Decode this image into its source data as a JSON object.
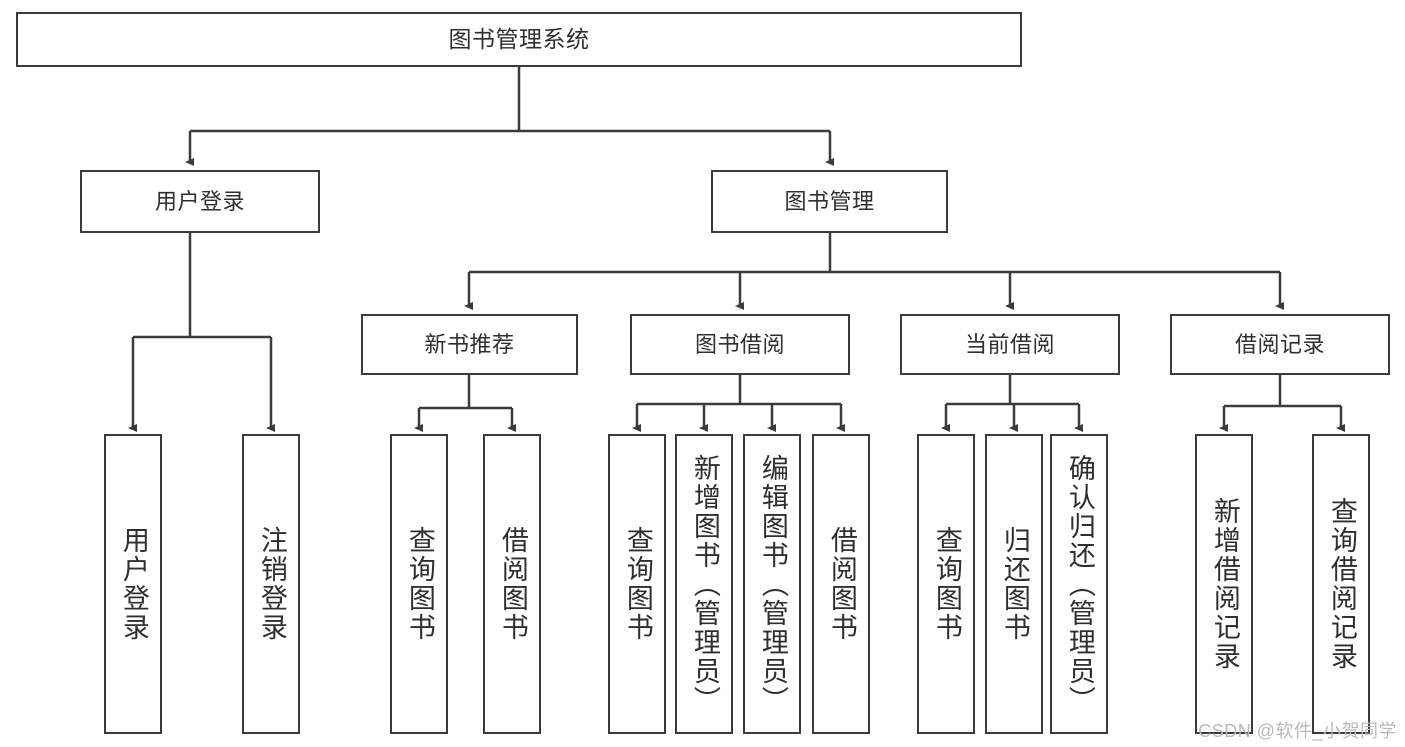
{
  "diagram": {
    "title": "图书管理系统",
    "watermark": "CSDN @软件_小贺同学",
    "stroke_color": "#3b3b3b",
    "text_color": "#2f2f2f",
    "background_color": "#ffffff"
  },
  "nodes": {
    "root": {
      "label": "图书管理系统"
    },
    "level1": [
      {
        "label": "用户登录"
      },
      {
        "label": "图书管理"
      }
    ],
    "level2": [
      {
        "label": "新书推荐"
      },
      {
        "label": "图书借阅"
      },
      {
        "label": "当前借阅"
      },
      {
        "label": "借阅记录"
      }
    ],
    "leaves": {
      "user_login": [
        {
          "label": "用户登录"
        },
        {
          "label": "注销登录"
        }
      ],
      "new_book_recommend": [
        {
          "label": "查询图书"
        },
        {
          "label": "借阅图书"
        }
      ],
      "book_borrow": [
        {
          "label": "查询图书"
        },
        {
          "label": "新增图书（管理员）"
        },
        {
          "label": "编辑图书（管理员）"
        },
        {
          "label": "借阅图书"
        }
      ],
      "current_borrow": [
        {
          "label": "查询图书"
        },
        {
          "label": "归还图书"
        },
        {
          "label": "确认归还（管理员）"
        }
      ],
      "borrow_record": [
        {
          "label": "新增借阅记录"
        },
        {
          "label": "查询借阅记录"
        }
      ]
    }
  }
}
